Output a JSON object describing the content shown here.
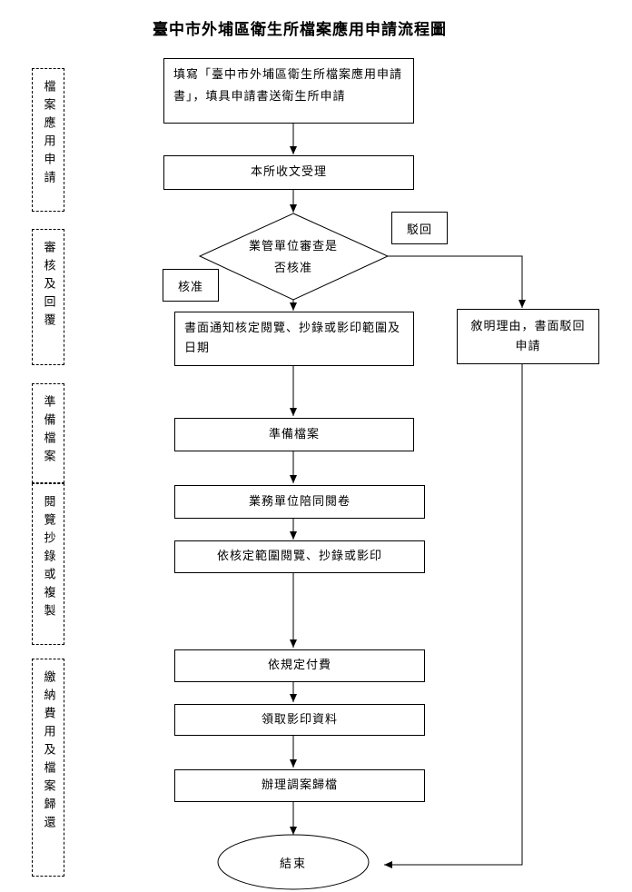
{
  "title": "臺中市外埔區衛生所檔案應用申請流程圖",
  "stages": [
    "檔案應用申請",
    "審核及回覆",
    "準備檔案",
    "閱覽抄錄或複製",
    "繳納費用及檔案歸還"
  ],
  "steps": {
    "fill_form": "填寫「臺中市外埔區衛生所檔案應用申請書」，填具申請書送衛生所申請",
    "receive": "本所收文受理",
    "review": "業管單位審查是否核准",
    "approve_label": "核准",
    "reject_label": "駁回",
    "notify": "書面通知核定閱覽、抄錄或影印範圍及日期",
    "reject_reason": "敘明理由，書面駁回申請",
    "prepare": "準備檔案",
    "accompany": "業務單位陪同閱卷",
    "view": "依核定範圍閱覽、抄錄或影印",
    "pay": "依規定付費",
    "collect": "領取影印資料",
    "return": "辦理調案歸檔",
    "end": "結束"
  }
}
